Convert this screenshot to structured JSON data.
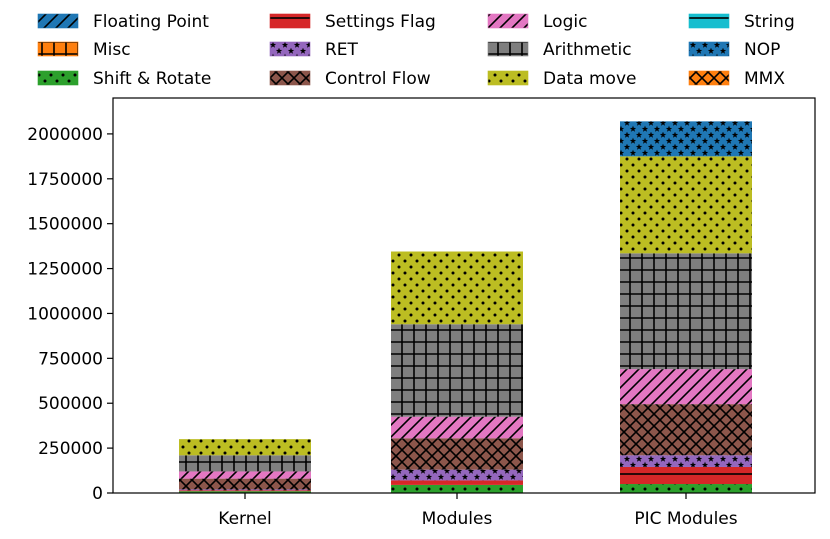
{
  "chart_data": {
    "type": "bar",
    "stacked": true,
    "categories": [
      "Kernel",
      "Modules",
      "PIC Modules"
    ],
    "ylim": [
      0,
      2200000
    ],
    "yticks": [
      0,
      250000,
      500000,
      750000,
      1000000,
      1250000,
      1500000,
      1750000,
      2000000
    ],
    "ytick_labels": [
      "0",
      "250000",
      "500000",
      "750000",
      "1000000",
      "1250000",
      "1500000",
      "1750000",
      "2000000"
    ],
    "legend_position": "top (above plot), 4 columns",
    "grid": false,
    "series": [
      {
        "name": "Shift & Rotate",
        "color": "#2ca02c",
        "pattern": "dots",
        "values": [
          10000,
          45000,
          50000
        ]
      },
      {
        "name": "Settings Flag",
        "color": "#d62728",
        "pattern": "hline",
        "values": [
          5000,
          25000,
          95000
        ]
      },
      {
        "name": "RET",
        "color": "#9467bd",
        "pattern": "stars",
        "values": [
          5000,
          60000,
          65000
        ]
      },
      {
        "name": "Control Flow",
        "color": "#8c564b",
        "pattern": "xcross",
        "values": [
          60000,
          175000,
          285000
        ]
      },
      {
        "name": "Logic",
        "color": "#e377c2",
        "pattern": "slash",
        "values": [
          40000,
          120000,
          195000
        ]
      },
      {
        "name": "Arithmetic",
        "color": "#7f7f7f",
        "pattern": "grid",
        "values": [
          90000,
          515000,
          645000
        ]
      },
      {
        "name": "Data move",
        "color": "#bcbd22",
        "pattern": "dots",
        "values": [
          90000,
          405000,
          540000
        ]
      },
      {
        "name": "NOP",
        "color": "#1f77b4",
        "pattern": "stars",
        "values": [
          0,
          0,
          195000
        ]
      },
      {
        "name": "Floating Point",
        "color": "#1f77b4",
        "pattern": "slash",
        "values": [
          0,
          0,
          0
        ]
      },
      {
        "name": "Misc",
        "color": "#ff7f0e",
        "pattern": "grid",
        "values": [
          0,
          0,
          0
        ]
      },
      {
        "name": "String",
        "color": "#17becf",
        "pattern": "hline",
        "values": [
          0,
          0,
          0
        ]
      },
      {
        "name": "MMX",
        "color": "#ff7f0e",
        "pattern": "xcross",
        "values": [
          0,
          0,
          0
        ]
      }
    ],
    "legend_order": [
      "Floating Point",
      "Misc",
      "Shift & Rotate",
      "Settings Flag",
      "RET",
      "Control Flow",
      "Logic",
      "Arithmetic",
      "Data move",
      "String",
      "NOP",
      "MMX"
    ]
  }
}
